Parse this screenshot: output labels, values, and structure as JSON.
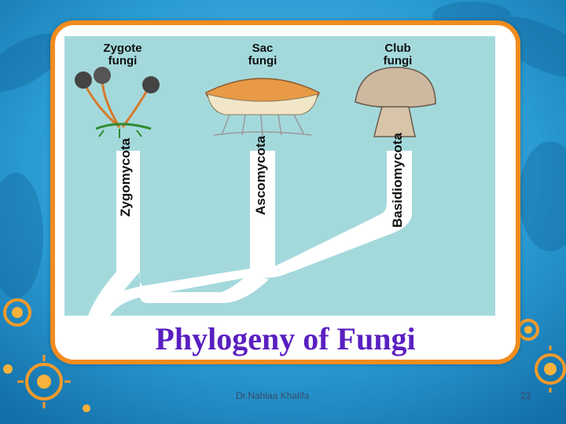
{
  "slide": {
    "title": "Phylogeny of Fungi",
    "author": "Dr.Nahlaa Khalifa",
    "page_number": "23"
  },
  "groups": [
    {
      "line1": "Zygote",
      "line2": "fungi",
      "phylum": "Zygomycota",
      "illustration": "zygote-fungus-icon"
    },
    {
      "line1": "Sac",
      "line2": "fungi",
      "phylum": "Ascomycota",
      "illustration": "sac-fungus-icon"
    },
    {
      "line1": "Club",
      "line2": "fungi",
      "phylum": "Basidiomycota",
      "illustration": "mushroom-icon"
    }
  ],
  "colors": {
    "background": "#1d8fc9",
    "frame": "#f28c1e",
    "panel": "#a4d9dc",
    "tree": "#ffffff",
    "title": "#5a1fc0"
  }
}
